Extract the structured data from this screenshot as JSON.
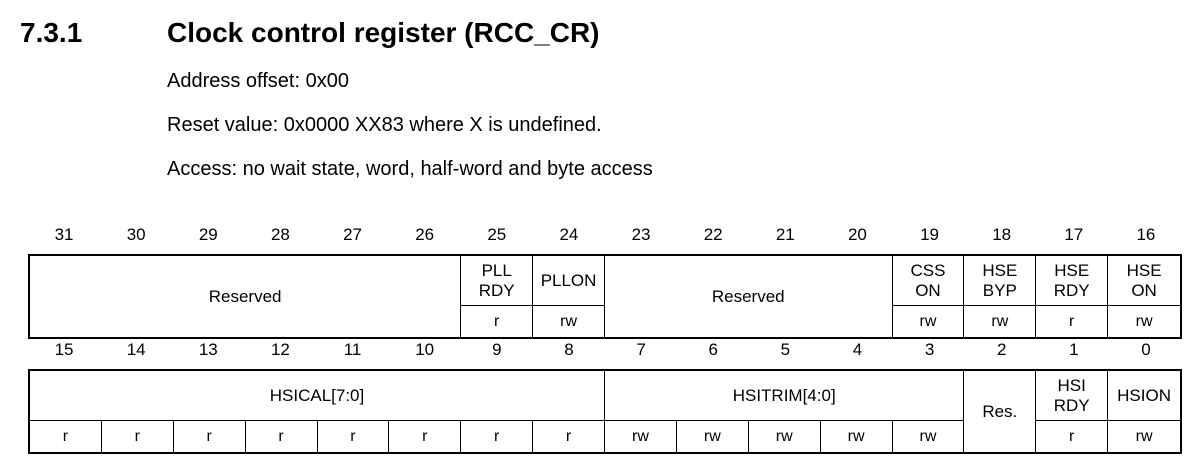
{
  "page": {
    "section_number": "7.3.1",
    "title": "Clock control register (RCC_CR)",
    "description_lines": [
      "Address offset: 0x00",
      "Reset value: 0x0000 XX83 where X is undefined.",
      "Access: no wait state, word, half-word and byte access"
    ]
  },
  "register_table": {
    "rows": [
      {
        "bits": [
          "31",
          "30",
          "29",
          "28",
          "27",
          "26",
          "25",
          "24",
          "23",
          "22",
          "21",
          "20",
          "19",
          "18",
          "17",
          "16"
        ],
        "fields": [
          {
            "label": "Reserved",
            "span": 6,
            "merged": true
          },
          {
            "label": "PLL\nRDY",
            "span": 1,
            "access": [
              {
                "label": "r",
                "span": 1
              }
            ]
          },
          {
            "label": "PLLON",
            "span": 1,
            "access": [
              {
                "label": "rw",
                "span": 1
              }
            ]
          },
          {
            "label": "Reserved",
            "span": 4,
            "merged": true
          },
          {
            "label": "CSS\nON",
            "span": 1,
            "access": [
              {
                "label": "rw",
                "span": 1
              }
            ]
          },
          {
            "label": "HSE\nBYP",
            "span": 1,
            "access": [
              {
                "label": "rw",
                "span": 1
              }
            ]
          },
          {
            "label": "HSE\nRDY",
            "span": 1,
            "access": [
              {
                "label": "r",
                "span": 1
              }
            ]
          },
          {
            "label": "HSE\nON",
            "span": 1,
            "access": [
              {
                "label": "rw",
                "span": 1
              }
            ]
          }
        ]
      },
      {
        "bits": [
          "15",
          "14",
          "13",
          "12",
          "11",
          "10",
          "9",
          "8",
          "7",
          "6",
          "5",
          "4",
          "3",
          "2",
          "1",
          "0"
        ],
        "fields": [
          {
            "label": "HSICAL[7:0]",
            "span": 8,
            "access": [
              {
                "label": "r",
                "span": 1
              },
              {
                "label": "r",
                "span": 1
              },
              {
                "label": "r",
                "span": 1
              },
              {
                "label": "r",
                "span": 1
              },
              {
                "label": "r",
                "span": 1
              },
              {
                "label": "r",
                "span": 1
              },
              {
                "label": "r",
                "span": 1
              },
              {
                "label": "r",
                "span": 1
              }
            ]
          },
          {
            "label": "HSITRIM[4:0]",
            "span": 5,
            "access": [
              {
                "label": "rw",
                "span": 1
              },
              {
                "label": "rw",
                "span": 1
              },
              {
                "label": "rw",
                "span": 1
              },
              {
                "label": "rw",
                "span": 1
              },
              {
                "label": "rw",
                "span": 1
              }
            ]
          },
          {
            "label": "Res.",
            "span": 1,
            "merged": true
          },
          {
            "label": "HSI\nRDY",
            "span": 1,
            "access": [
              {
                "label": "r",
                "span": 1
              }
            ]
          },
          {
            "label": "HSION",
            "span": 1,
            "access": [
              {
                "label": "rw",
                "span": 1
              }
            ]
          }
        ]
      }
    ]
  },
  "colors": {
    "text": "#000000",
    "border": "#000000",
    "background": "#ffffff"
  }
}
